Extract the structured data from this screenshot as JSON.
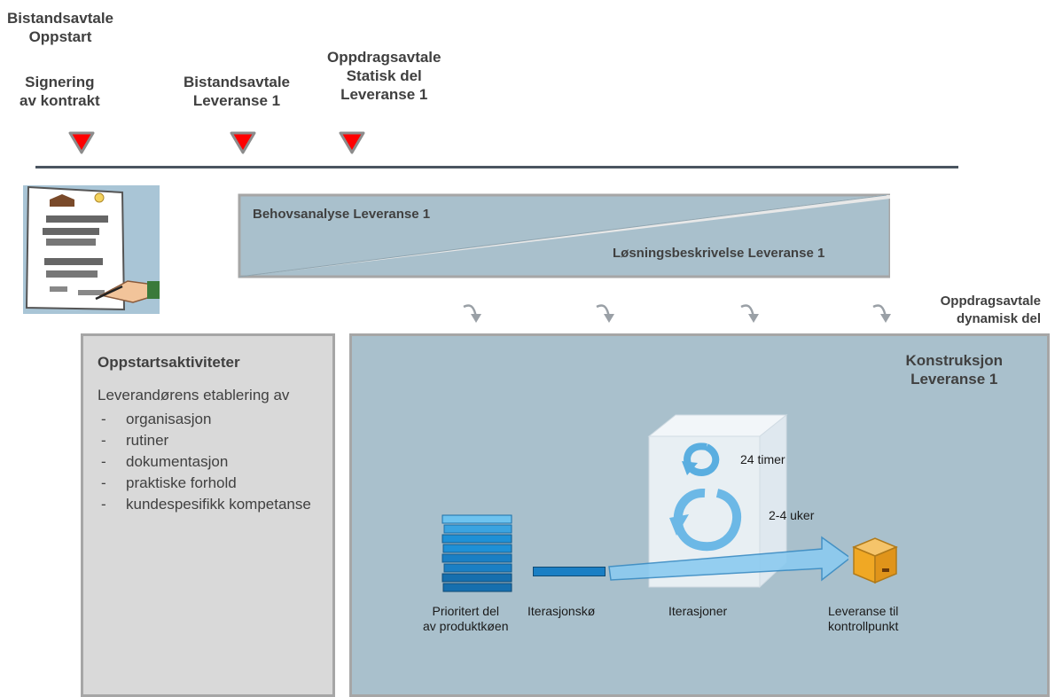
{
  "milestones": [
    {
      "line1": "Bistandsavtale",
      "line2": "Oppstart"
    },
    {
      "line1": "Signering",
      "line2": "av kontrakt"
    },
    {
      "line1": "Bistandsavtale",
      "line2": "Leveranse 1"
    },
    {
      "line1": "Oppdragsavtale",
      "line2": "Statisk del",
      "line3": "Leveranse 1"
    }
  ],
  "wedge": {
    "top_label": "Behovsanalyse Leveranse 1",
    "bottom_label": "Løsningsbeskrivelse Leveranse 1"
  },
  "oppdrag_dynamisk": {
    "line1": "Oppdragsavtale",
    "line2": "dynamisk del"
  },
  "oppstart": {
    "title": "Oppstartsaktiviteter",
    "intro": "Leverandørens etablering av",
    "items": [
      "organisasjon",
      "rutiner",
      "dokumentasjon",
      "praktiske forhold",
      "kundespesifikk kompetanse"
    ]
  },
  "konstruksjon": {
    "title_line1": "Konstruksjon",
    "title_line2": "Leveranse 1",
    "cycle_short": "24 timer",
    "cycle_long": "2-4 uker",
    "stages": [
      {
        "line1": "Prioritert del",
        "line2": "av produktkøen"
      },
      {
        "line1": "Iterasjonskø"
      },
      {
        "line1": "Iterasjoner"
      },
      {
        "line1": "Leveranse til",
        "line2": "kontrollpunkt"
      }
    ]
  },
  "colors": {
    "marker": "#ff0000",
    "timeline": "#4a5560",
    "oppstart_bg": "#d9d9d9",
    "konstruksjon_bg": "#a9c0cc",
    "wedge_fill": "#a9c0cc",
    "stack_blue": "#1e90d6"
  }
}
